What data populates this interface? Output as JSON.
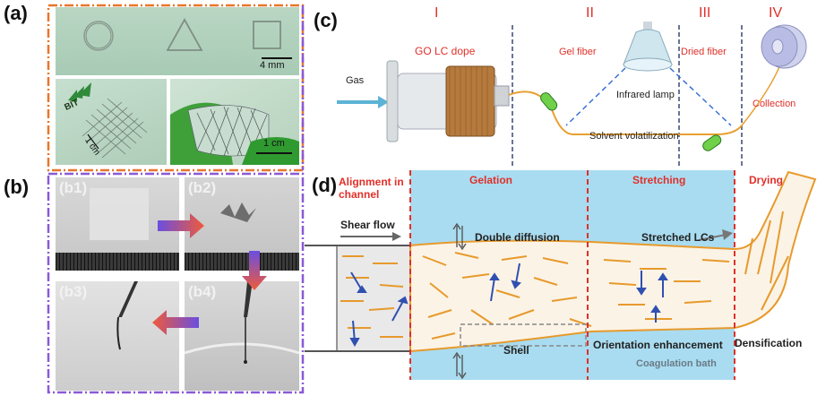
{
  "panel_labels": {
    "a": "(a)",
    "b": "(b)",
    "c": "(c)",
    "d": "(d)"
  },
  "panel_a": {
    "scale_bar_1": "4 mm",
    "scale_bar_2": "1 cm",
    "scale_bar_3": "1 cm",
    "logo_text": "BIT"
  },
  "panel_b": {
    "sub_labels": [
      "(b1)",
      "(b2)",
      "(b3)",
      "(b4)"
    ]
  },
  "panel_c": {
    "stages": [
      "I",
      "II",
      "III",
      "IV"
    ],
    "gas": "Gas",
    "dope": "GO LC dope",
    "gel_fiber": "Gel fiber",
    "dried_fiber": "Dried fiber",
    "lamp": "Infrared lamp",
    "collection": "Collection",
    "solvent": "Solvent volatilization"
  },
  "panel_d": {
    "alignment": "Alignment in channel",
    "gelation": "Gelation",
    "stretching": "Stretching",
    "drying": "Drying",
    "shear_flow": "Shear flow",
    "double_diffusion": "Double diffusion",
    "stretched_lcs": "Stretched LCs",
    "shell": "Shell",
    "orientation": "Orientation enhancement",
    "densification": "Densification",
    "coag_bath": "Coagulation bath"
  },
  "colors": {
    "orange_frame": "#e8762a",
    "purple_frame": "#8a5ad6",
    "bath_blue": "#a9dcf0",
    "fiber_orange": "#e79a2c",
    "red_text": "#e0302a",
    "arrow_blue": "#3050b0"
  }
}
